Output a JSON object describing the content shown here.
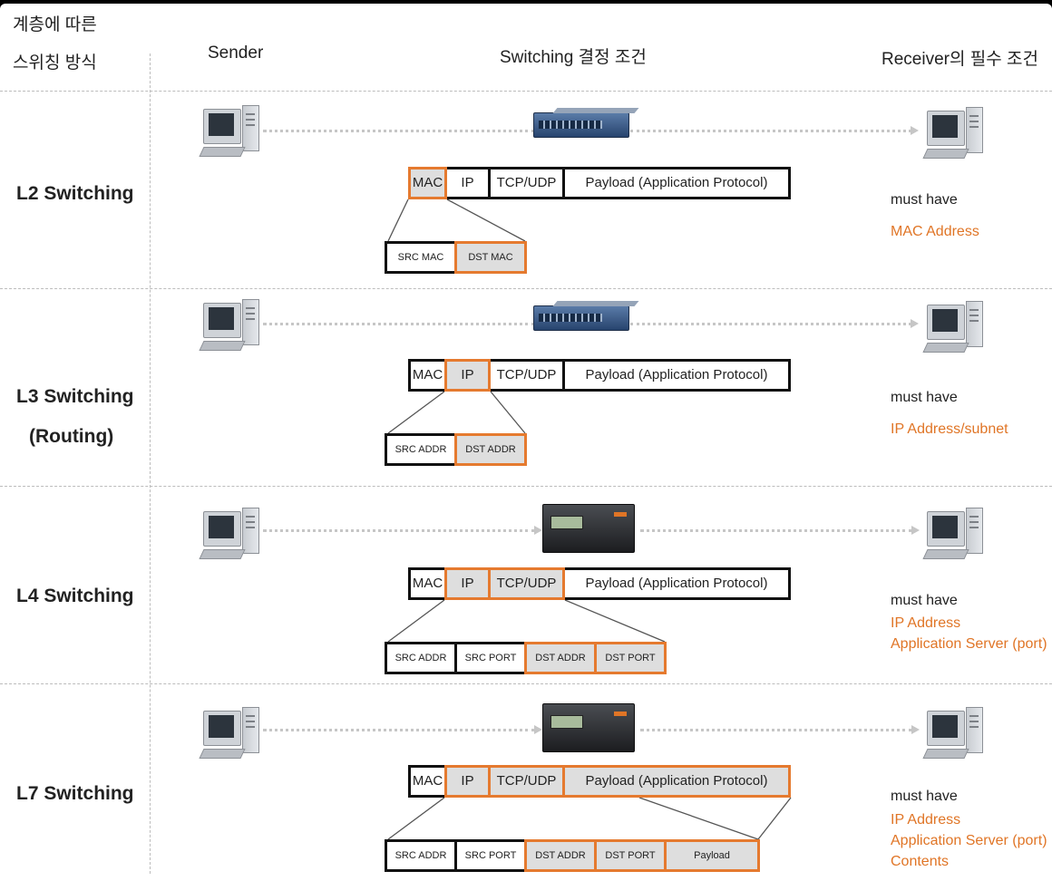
{
  "header": {
    "col1_line1": "계층에 따른",
    "col1_line2": "스위칭 방식",
    "sender": "Sender",
    "condition": "Switching 결정 조건",
    "receiver": "Receiver의 필수 조건"
  },
  "rows": [
    {
      "level": "L2 Switching",
      "frame": [
        "MAC",
        "IP",
        "TCP/UDP",
        "Payload (Application Protocol)"
      ],
      "detail": [
        "SRC MAC",
        "DST MAC"
      ],
      "must": "must have",
      "requirements": [
        "MAC Address"
      ]
    },
    {
      "level": "L3 Switching",
      "level2": "(Routing)",
      "frame": [
        "MAC",
        "IP",
        "TCP/UDP",
        "Payload (Application Protocol)"
      ],
      "detail": [
        "SRC ADDR",
        "DST ADDR"
      ],
      "must": "must have",
      "requirements": [
        "IP Address/subnet"
      ]
    },
    {
      "level": "L4 Switching",
      "frame": [
        "MAC",
        "IP",
        "TCP/UDP",
        "Payload (Application Protocol)"
      ],
      "detail": [
        "SRC ADDR",
        "SRC PORT",
        "DST ADDR",
        "DST PORT"
      ],
      "must": "must have",
      "requirements": [
        "IP Address",
        "Application Server (port)"
      ]
    },
    {
      "level": "L7 Switching",
      "frame": [
        "MAC",
        "IP",
        "TCP/UDP",
        "Payload (Application Protocol)"
      ],
      "detail": [
        "SRC ADDR",
        "SRC PORT",
        "DST ADDR",
        "DST PORT",
        "Payload"
      ],
      "must": "must have",
      "requirements": [
        "IP Address",
        "Application Server (port)",
        "Contents"
      ]
    }
  ],
  "colors": {
    "accent": "#e57a2f",
    "highlight": "#dedede",
    "border": "#111111",
    "divider": "#bcbcbc"
  }
}
